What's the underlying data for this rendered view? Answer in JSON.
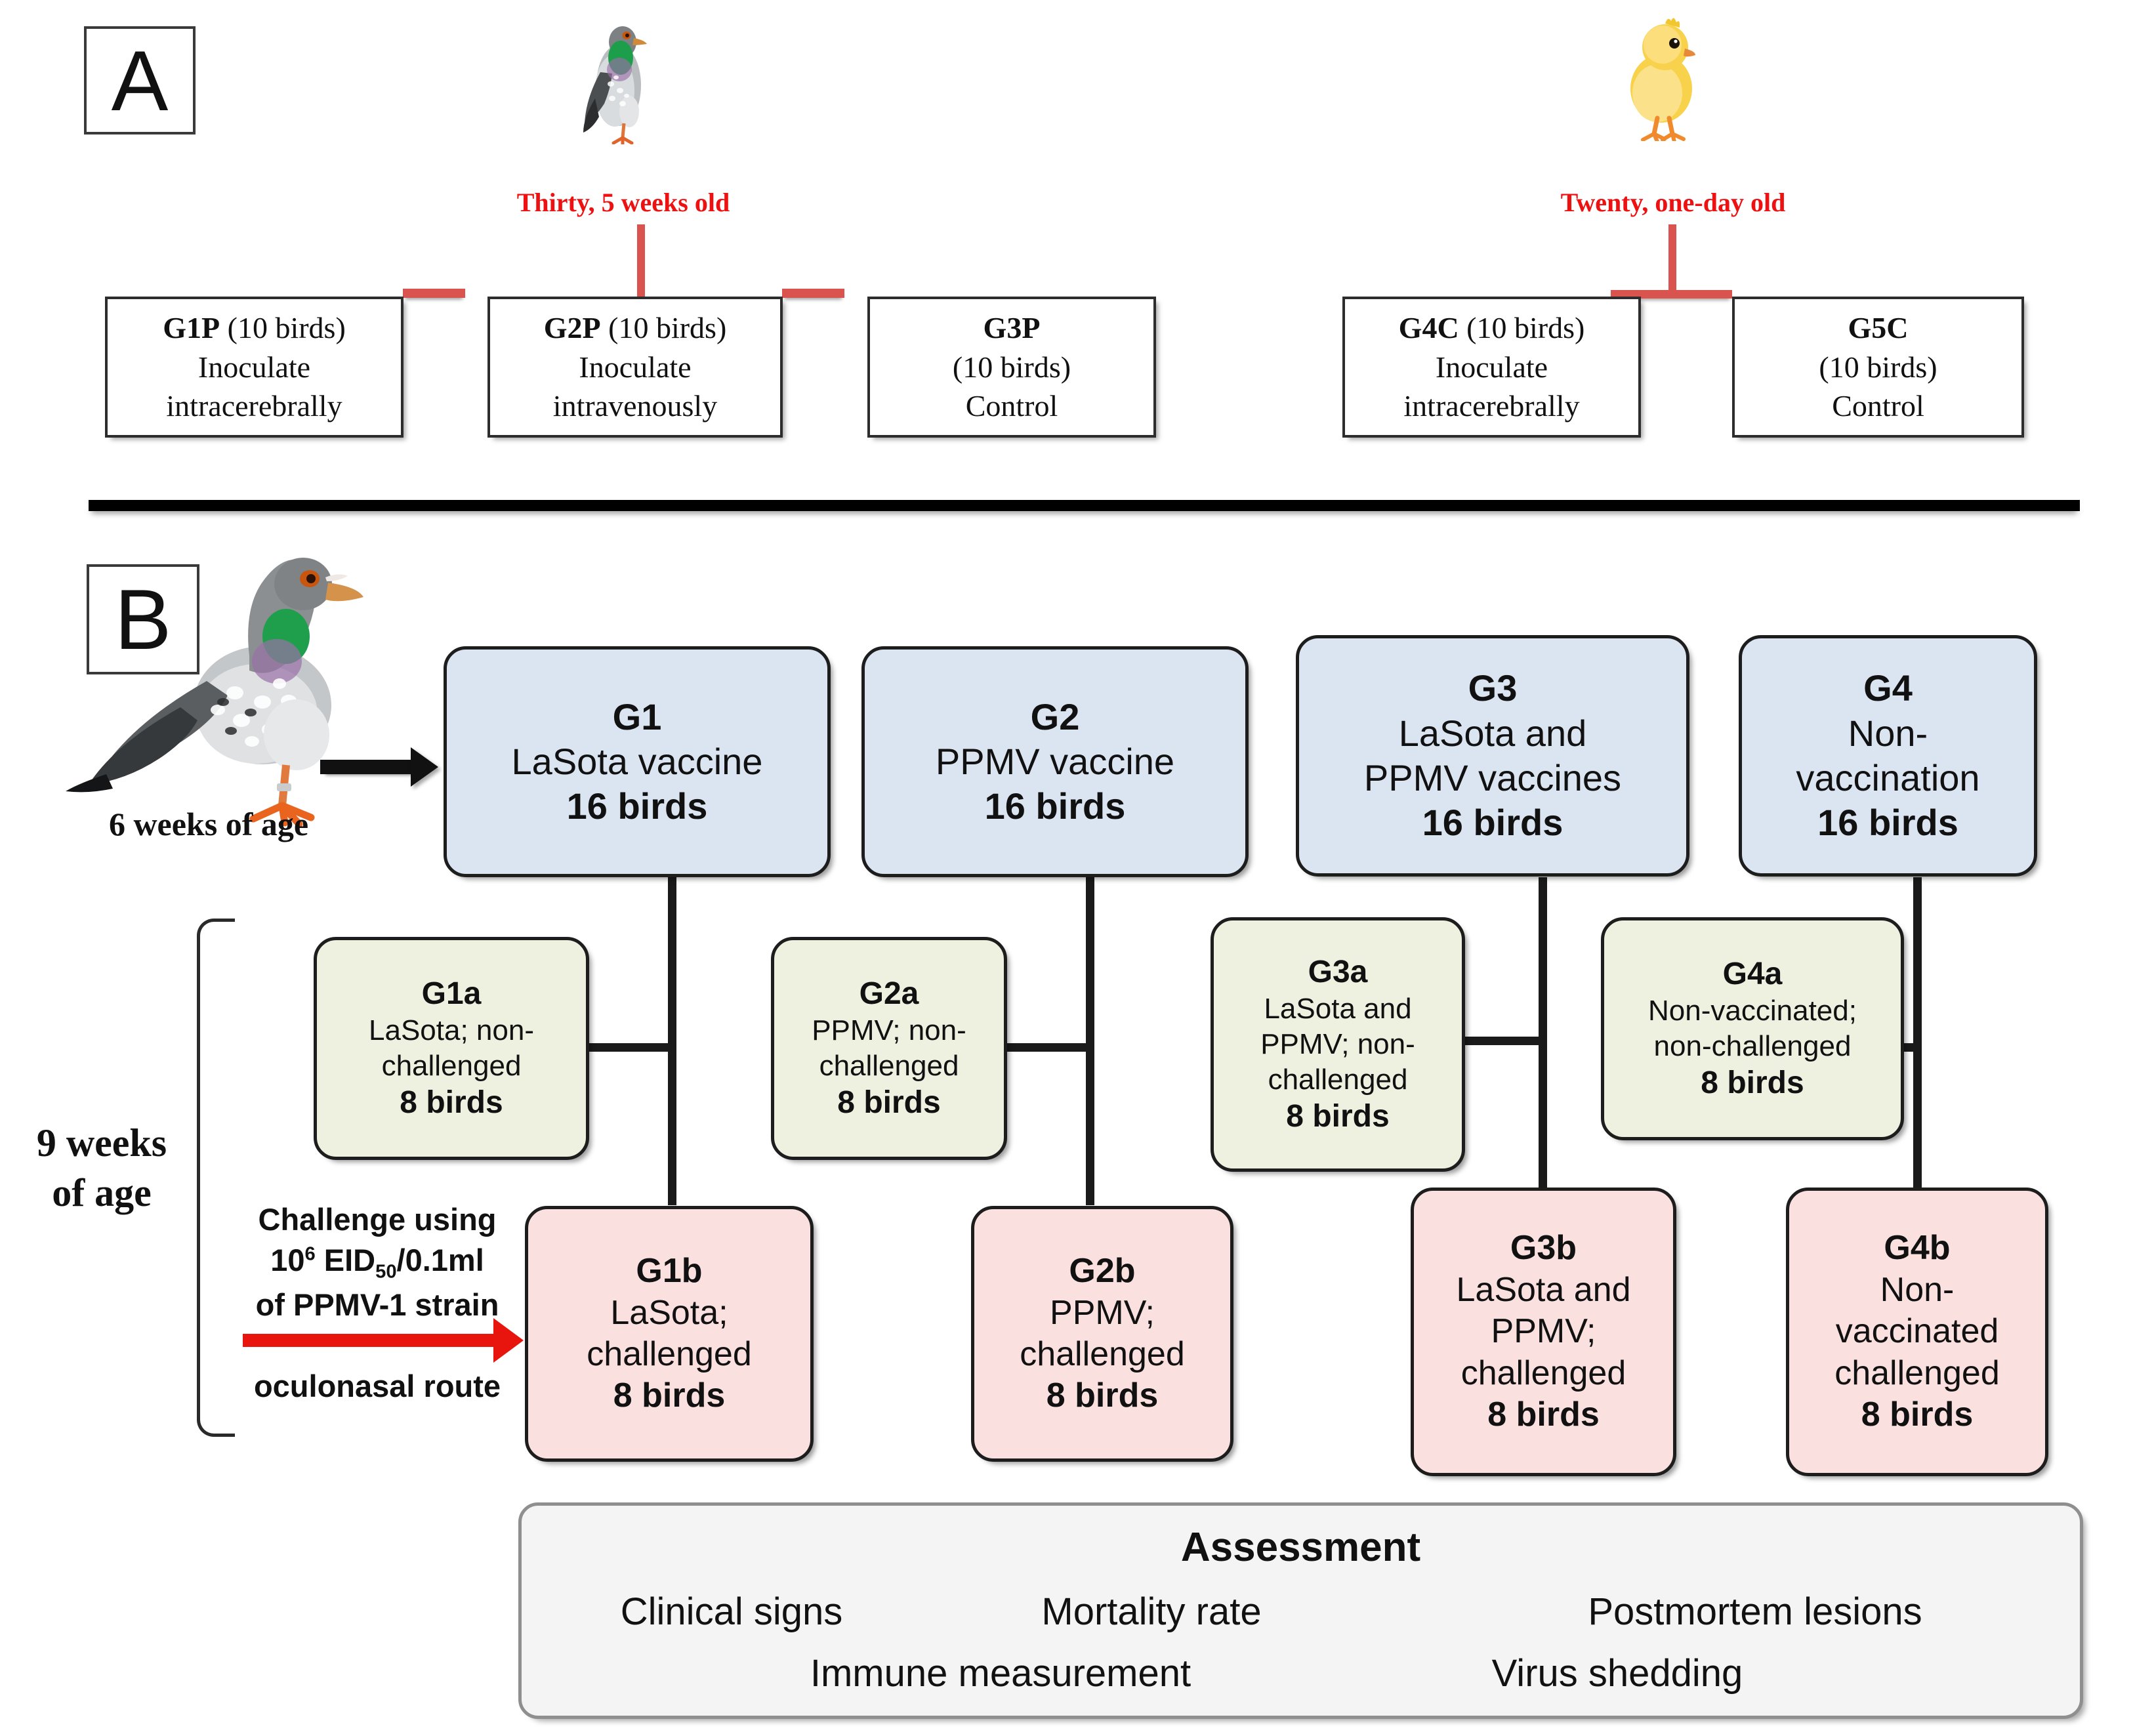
{
  "panels": {
    "a": {
      "label": "A"
    },
    "b": {
      "label": "B"
    }
  },
  "panel_a": {
    "pigeon_caption": "Thirty,  5 weeks old",
    "chick_caption": "Twenty, one-day old",
    "boxes": [
      {
        "id": "G1P",
        "title": "G1P",
        "paren": " (10 birds)",
        "lines": [
          "Inoculate",
          "intracerebrally"
        ]
      },
      {
        "id": "G2P",
        "title": "G2P",
        "paren": " (10 birds)",
        "lines": [
          "Inoculate",
          "intravenously"
        ]
      },
      {
        "id": "G3P",
        "title": "G3P",
        "paren": "",
        "lines": [
          "(10 birds)",
          "Control"
        ]
      },
      {
        "id": "G4C",
        "title": "G4C",
        "paren": " (10 birds)",
        "lines": [
          "Inoculate",
          "intracerebrally"
        ]
      },
      {
        "id": "G5C",
        "title": "G5C",
        "paren": "",
        "lines": [
          "(10 birds)",
          "Control"
        ]
      }
    ]
  },
  "panel_b": {
    "pigeon_caption": "6 weeks of age",
    "age_label": {
      "line1": "9 weeks",
      "line2": "of age"
    },
    "challenge": {
      "line1": "Challenge using",
      "line2_pre": "10",
      "line2_sup": "6",
      "line2_mid": " EID",
      "line2_sub": "50",
      "line2_post": "/0.1ml",
      "line3": "of PPMV-1 strain",
      "line4": "oculonasal route"
    },
    "groups": [
      {
        "parent": {
          "id": "G1",
          "title": "G1",
          "lines": [
            "LaSota vaccine"
          ],
          "count": "16 birds"
        },
        "nonchallenged": {
          "id": "G1a",
          "title": "G1a",
          "lines": [
            "LaSota; non-",
            "challenged"
          ],
          "count": "8 birds"
        },
        "challenged": {
          "id": "G1b",
          "title": "G1b",
          "lines": [
            "LaSota;",
            "challenged"
          ],
          "count": "8 birds"
        }
      },
      {
        "parent": {
          "id": "G2",
          "title": "G2",
          "lines": [
            "PPMV vaccine"
          ],
          "count": "16 birds"
        },
        "nonchallenged": {
          "id": "G2a",
          "title": "G2a",
          "lines": [
            "PPMV; non-",
            "challenged"
          ],
          "count": "8 birds"
        },
        "challenged": {
          "id": "G2b",
          "title": "G2b",
          "lines": [
            "PPMV;",
            "challenged"
          ],
          "count": "8 birds"
        }
      },
      {
        "parent": {
          "id": "G3",
          "title": "G3",
          "lines": [
            "LaSota and",
            "PPMV vaccines"
          ],
          "count": "16 birds"
        },
        "nonchallenged": {
          "id": "G3a",
          "title": "G3a",
          "lines": [
            "LaSota and",
            "PPMV; non-",
            "challenged"
          ],
          "count": "8 birds"
        },
        "challenged": {
          "id": "G3b",
          "title": "G3b",
          "lines": [
            "LaSota  and",
            "PPMV;",
            "challenged"
          ],
          "count": "8 birds"
        }
      },
      {
        "parent": {
          "id": "G4",
          "title": "G4",
          "lines": [
            "Non-",
            "vaccination"
          ],
          "count": "16 birds"
        },
        "nonchallenged": {
          "id": "G4a",
          "title": "G4a",
          "lines": [
            "Non-vaccinated;",
            "non-challenged"
          ],
          "count": "8 birds"
        },
        "challenged": {
          "id": "G4b",
          "title": "G4b",
          "lines": [
            "Non-",
            "vaccinated",
            "challenged"
          ],
          "count": "8 birds"
        }
      }
    ],
    "assessment": {
      "title": "Assessment",
      "row1": [
        "Clinical signs",
        "Mortality rate",
        "Postmortem lesions"
      ],
      "row2": [
        "Immune measurement",
        "Virus shedding"
      ]
    }
  },
  "colors": {
    "parent_box": "#dbe5f1",
    "nonchallenged_box": "#eef0e0",
    "challenged_box": "#fbe0e0",
    "assessment_box": "#f4f4f4",
    "accent_red": "#d9534f",
    "caption_red": "#ee1111",
    "arrow_red": "#e8150f"
  }
}
